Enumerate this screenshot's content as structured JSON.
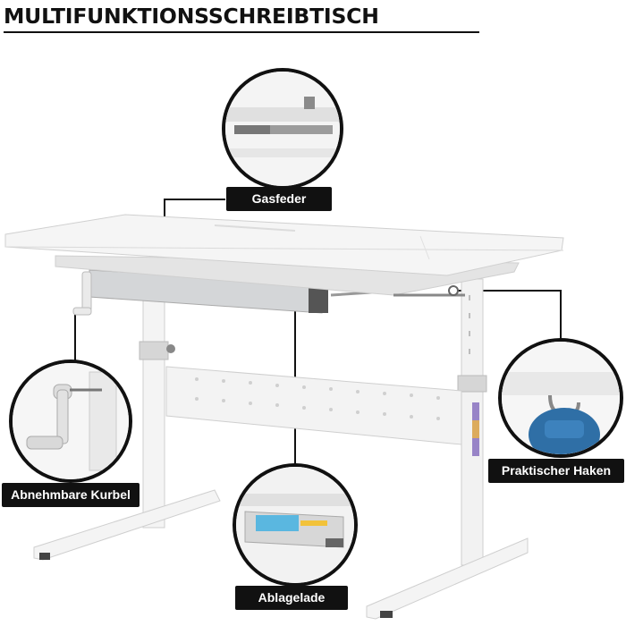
{
  "title": "MULTIFUNKTIONSSCHREIBTISCH",
  "callouts": {
    "gas_spring": "Gasfeder",
    "crank": "Abnehmbare Kurbel",
    "hook": "Praktischer Haken",
    "drawer": "Ablagelade"
  },
  "colors": {
    "label_bg": "#111111",
    "label_text": "#ffffff",
    "desk": "#f1f1f1",
    "backpack": "#2f6fa6"
  }
}
